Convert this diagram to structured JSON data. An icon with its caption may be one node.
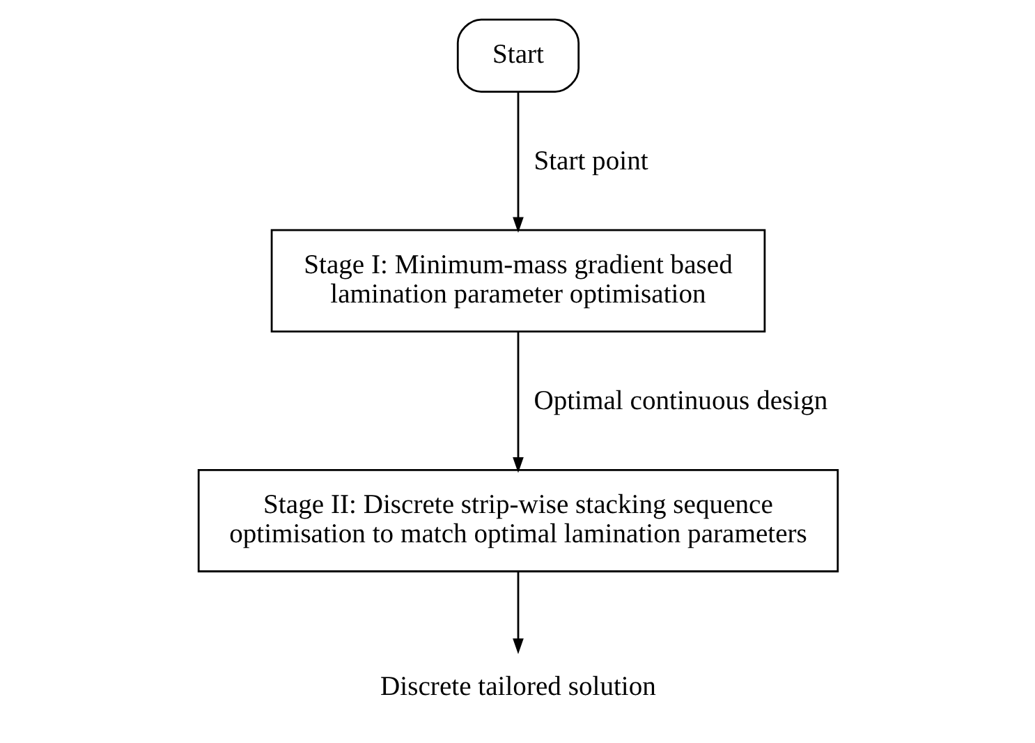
{
  "diagram": {
    "nodes": [
      {
        "text": [
          "Start"
        ]
      },
      {
        "text": [
          "Stage I: Minimum-mass gradient based lamination parameter optimisation"
        ]
      },
      {
        "text": [
          "Stage II: Discrete strip-wise stacking sequence optimisation to match optimal lamination parameters"
        ]
      },
      {
        "text": [
          "Discrete tailored solution"
        ]
      }
    ],
    "edges": [
      {
        "from": 0,
        "to": 1,
        "arrow": "to",
        "label": "Start point"
      },
      {
        "from": 1,
        "to": 2,
        "arrow": "to",
        "label": "Optimal continuous design"
      },
      {
        "from": 2,
        "to": 3,
        "arrow": "to"
      }
    ]
  }
}
